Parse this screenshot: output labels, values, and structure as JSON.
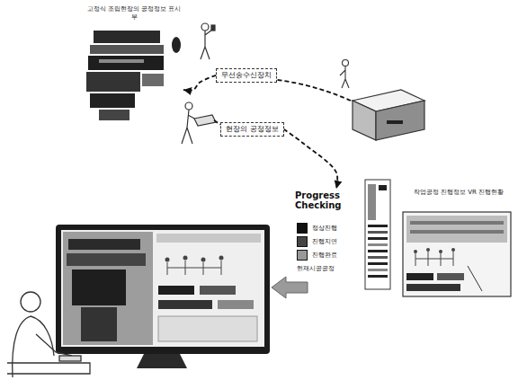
{
  "diagram": {
    "nodes": [
      {
        "text": [
          "고정식 조립현장의 공정정보 표시부"
        ]
      },
      {
        "text": [
          "무선송수신장치"
        ]
      },
      {
        "text": [
          "현장의 공정정보"
        ]
      },
      {
        "text": [
          "Progress Checking"
        ]
      },
      {
        "text": [
          "작업공정 진행정보 VR 진행현황"
        ]
      }
    ],
    "edges": [
      {
        "from": 1,
        "to": 0,
        "arrow": "to"
      },
      {
        "from": 2,
        "to": 3,
        "arrow": "to"
      }
    ],
    "labels": [
      "현재시공공정"
    ],
    "legend": [
      {
        "text": "정상진행",
        "color": "#111111"
      },
      {
        "text": "진행지연",
        "color": "#444444"
      },
      {
        "text": "진행완료",
        "color": "#999999"
      }
    ]
  }
}
